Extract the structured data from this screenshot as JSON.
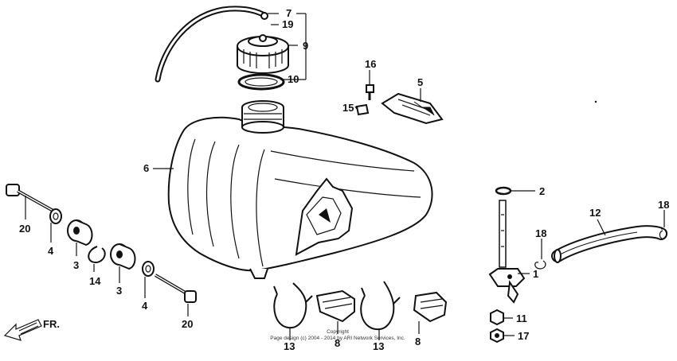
{
  "diagram": {
    "fr_label": "FR.",
    "copyright_line1": "Copyright",
    "copyright_line2": "Page design (c) 2004 - 2014 by ARI Network Services, Inc.",
    "callouts": {
      "c1": "1",
      "c2": "2",
      "c3a": "3",
      "c3b": "3",
      "c4a": "4",
      "c4b": "4",
      "c5": "5",
      "c6": "6",
      "c7": "7",
      "c8a": "8",
      "c8b": "8",
      "c9": "9",
      "c10": "10",
      "c11": "11",
      "c12": "12",
      "c13a": "13",
      "c13b": "13",
      "c14": "14",
      "c15": "15",
      "c16": "16",
      "c17": "17",
      "c18a": "18",
      "c18b": "18",
      "c19": "19",
      "c20a": "20",
      "c20b": "20"
    }
  }
}
